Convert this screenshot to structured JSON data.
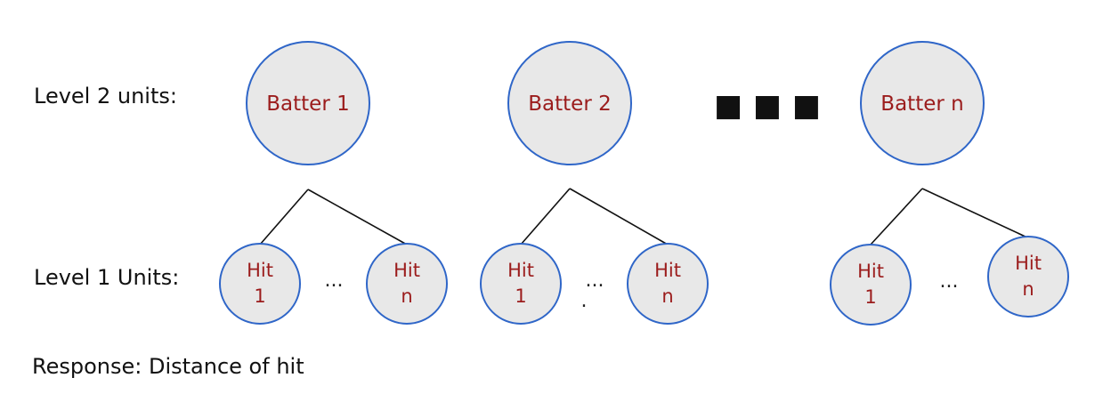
{
  "labels": {
    "level2": "Level 2 units:",
    "level1": "Level 1 Units:",
    "response": "Response: Distance of hit"
  },
  "batters": [
    {
      "label": "Batter 1"
    },
    {
      "label": "Batter 2"
    },
    {
      "label": "Batter n"
    }
  ],
  "hit_groups": [
    {
      "left_hit": {
        "line1": "Hit",
        "line2": "1"
      },
      "between": "...",
      "right_hit": {
        "line1": "Hit",
        "line2": "n"
      }
    },
    {
      "left_hit": {
        "line1": "Hit",
        "line2": "1"
      },
      "between": "...",
      "right_hit": {
        "line1": "Hit",
        "line2": "n"
      },
      "extra_mark": "."
    },
    {
      "left_hit": {
        "line1": "Hit",
        "line2": "1"
      },
      "between": "...",
      "right_hit": {
        "line1": "Hit",
        "line2": "n"
      }
    }
  ],
  "separator": "■ ■ ■",
  "colors": {
    "node_fill": "#e8e8e8",
    "node_stroke": "#2f66c8",
    "node_text": "#9b1c1c",
    "edge": "#111111",
    "label_text": "#111111"
  }
}
